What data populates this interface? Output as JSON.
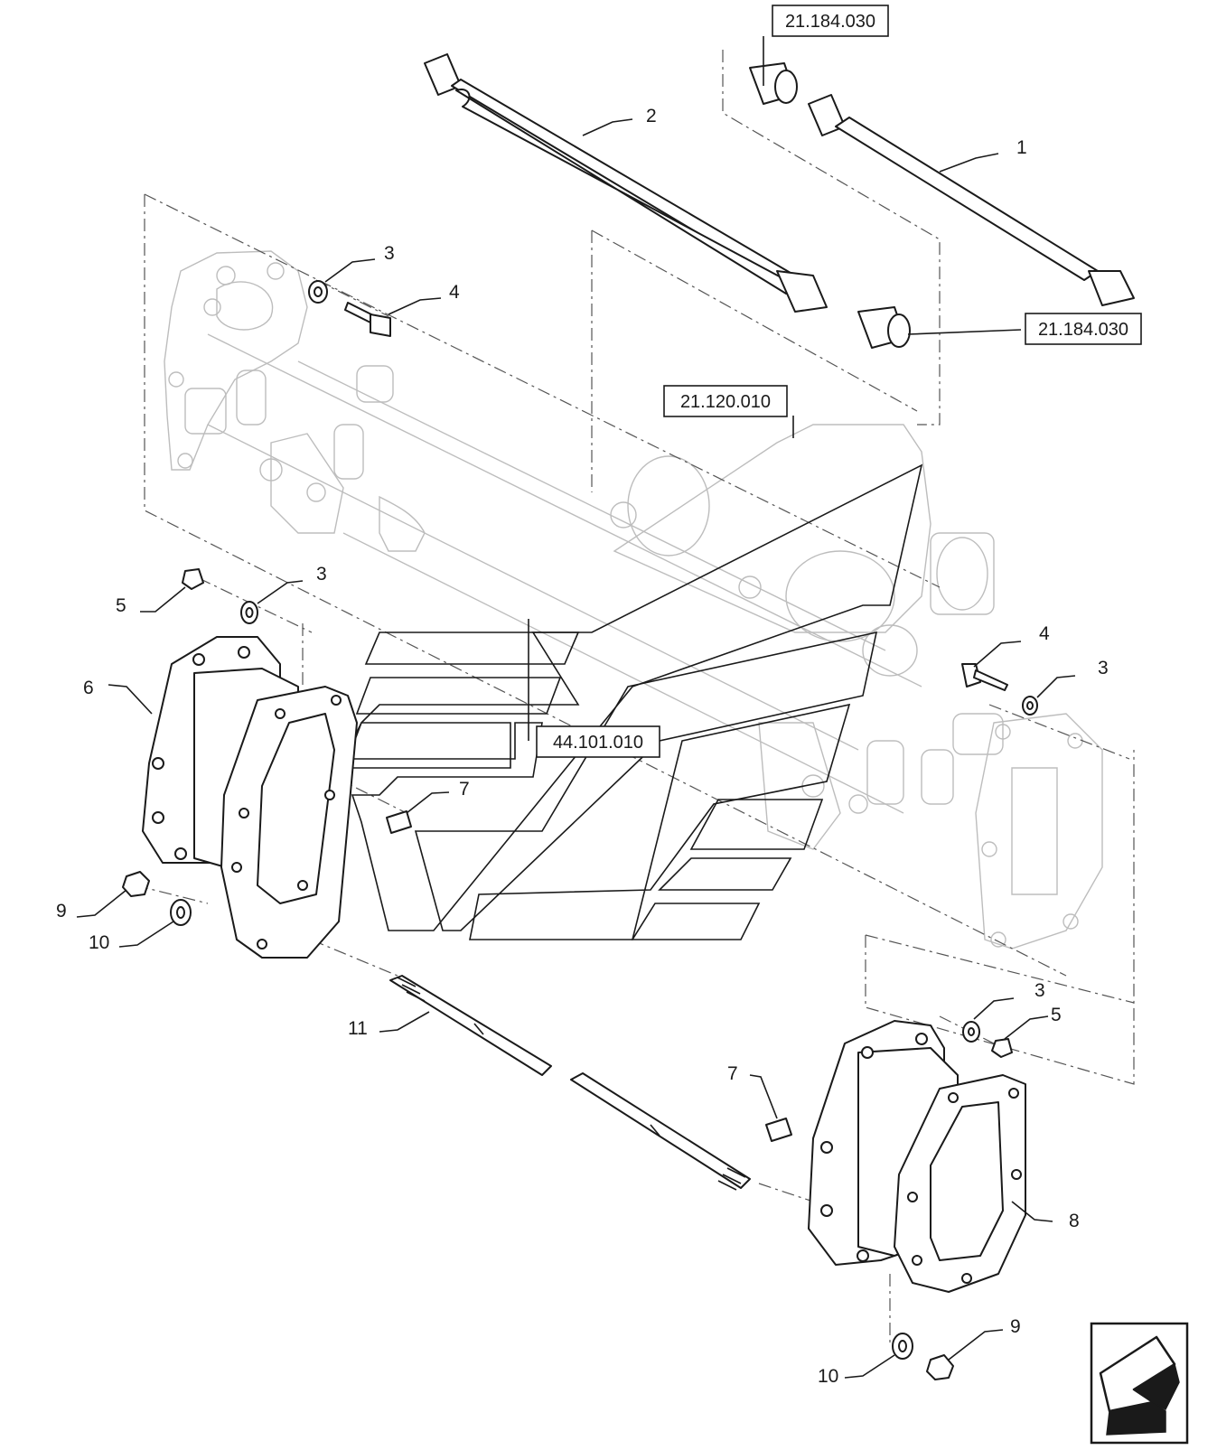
{
  "callouts": {
    "c1": "1",
    "c2": "2",
    "c3a": "3",
    "c4a": "4",
    "c5a": "5",
    "c3b": "3",
    "c6": "6",
    "c4b": "4",
    "c3c": "3",
    "c7a": "7",
    "c9a": "9",
    "c10a": "10",
    "c11": "11",
    "c3d": "3",
    "c5b": "5",
    "c7b": "7",
    "c8": "8",
    "c9b": "9",
    "c10b": "10"
  },
  "references": {
    "ref_top": "21.184.030",
    "ref_right": "21.184.030",
    "ref_center": "21.120.010",
    "ref_axle": "44.101.010"
  },
  "nav_icon": "previous-page-arrow-icon"
}
